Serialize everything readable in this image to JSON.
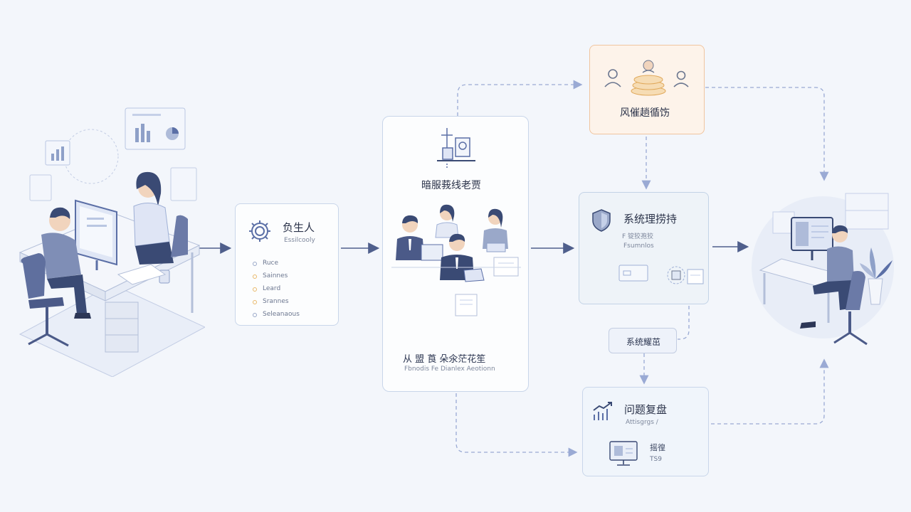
{
  "colors": {
    "accent": "#5b6fa6",
    "arrow": "#4f5f8c",
    "risk_fill": "#fdf3ea",
    "risk_border": "#f0c59f",
    "gold": "#e9b86a",
    "panel_border": "#c9d6ea",
    "background": "#f3f6fb"
  },
  "nodes": {
    "owner": {
      "title": "负生人",
      "subtitle": "Essilcooly",
      "items": [
        {
          "label": "Ruce",
          "color": "#9aa8c9"
        },
        {
          "label": "Sainnes",
          "color": "#e9b86a"
        },
        {
          "label": "Leard",
          "color": "#e9b86a"
        },
        {
          "label": "Srannes",
          "color": "#e9b86a"
        },
        {
          "label": "Seleanaous",
          "color": "#9aa8c9"
        }
      ],
      "icon": "gear-icon"
    },
    "investigation": {
      "title": "暗服莪线老贾",
      "caption": "从 盟 莨 朵氽茫花笙",
      "caption_en": "Fbnodis Fe Dianlex Aeotionn",
      "icon": "gear-crane-icon"
    },
    "risk": {
      "title": "风催趟循饬",
      "icon": "meeting-icon"
    },
    "system": {
      "title": "系统理捞持",
      "subtitle": "F 锭狡孢狡",
      "subtitle_en": "Fsumnlos",
      "icon": "shield-icon"
    },
    "maintenance": {
      "label": "系统耀茁"
    },
    "review": {
      "title": "问题复盘",
      "subtitle": "Attisgrgs /",
      "note_1": "摇徨",
      "note_2": "TS9",
      "icon": "chart-icon"
    }
  }
}
